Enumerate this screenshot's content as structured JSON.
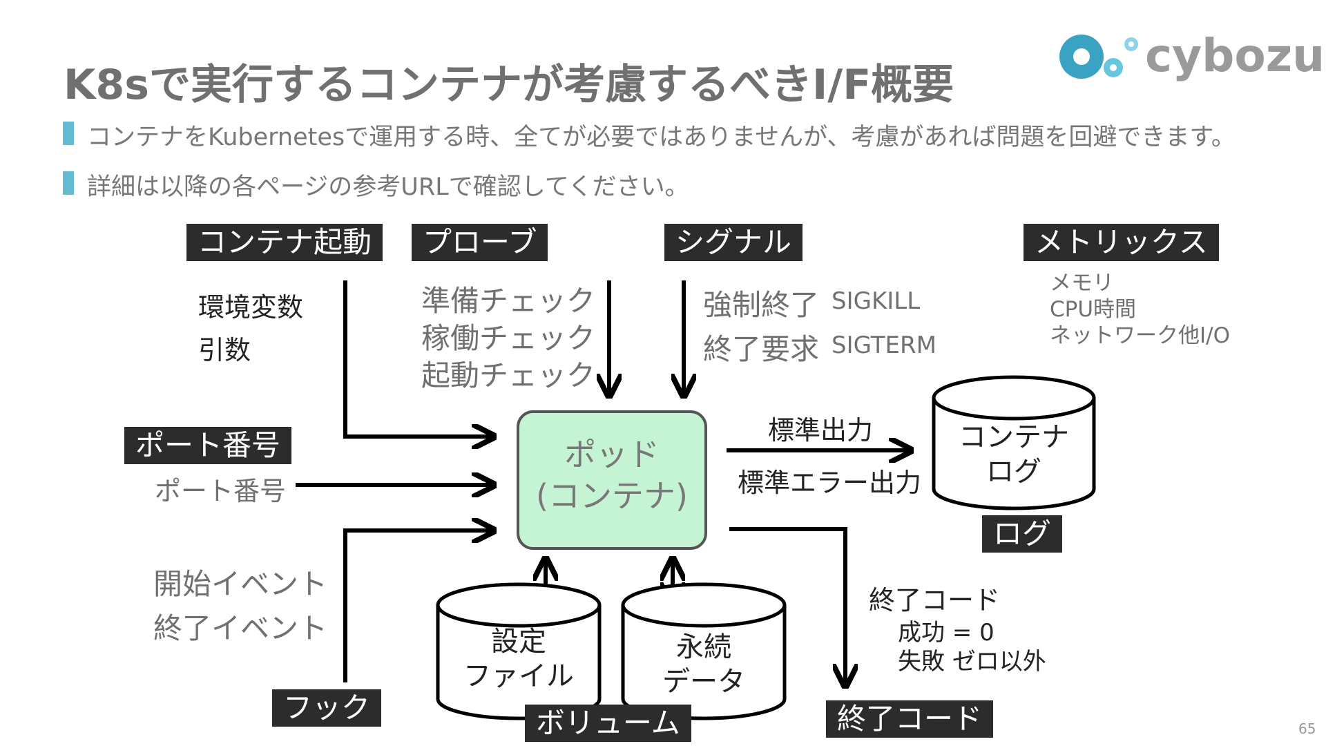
{
  "title": "K8sで実行するコンテナが考慮するべきI/F概要",
  "logo": {
    "text": "cybozu"
  },
  "bullets": [
    "コンテナをKubernetesで運用する時、全てが必要ではありませんが、考慮があれば問題を回避できます。",
    "詳細は以降の各ページの参考URLで確認してください。"
  ],
  "sections": {
    "startup": {
      "tag": "コンテナ起動",
      "items": [
        "環境変数",
        "引数"
      ]
    },
    "probe": {
      "tag": "プローブ",
      "items": [
        "準備チェック",
        "稼働チェック",
        "起動チェック"
      ]
    },
    "signal": {
      "tag": "シグナル",
      "items": [
        {
          "label": "強制終了",
          "signal": "SIGKILL"
        },
        {
          "label": "終了要求",
          "signal": "SIGTERM"
        }
      ]
    },
    "metrics": {
      "tag": "メトリックス",
      "items": [
        "メモリ",
        "CPU時間",
        "ネットワーク他I/O"
      ]
    },
    "port": {
      "tag": "ポート番号",
      "label": "ポート番号"
    },
    "hook": {
      "tag": "フック",
      "items": [
        "開始イベント",
        "終了イベント"
      ]
    },
    "log": {
      "tag": "ログ",
      "stdout": "標準出力",
      "stderr": "標準エラー出力",
      "cylinder": [
        "コンテナ",
        "ログ"
      ]
    },
    "volume": {
      "tag": "ボリューム",
      "config": [
        "設定",
        "ファイル"
      ],
      "persistent": [
        "永続",
        "データ"
      ]
    },
    "exit": {
      "tag": "終了コード",
      "heading": "終了コード",
      "success": "成功 = 0",
      "failure": "失敗 ゼロ以外"
    }
  },
  "pod": {
    "line1": "ポッド",
    "line2": "(コンテナ)"
  },
  "page_number": "65",
  "colors": {
    "bullet": "#64bcd3",
    "tag_bg": "#2c2c2c",
    "pod_fill": "#c4f4d4",
    "logo_blue": "#3aa3c4",
    "logo_text": "#9a9a9a"
  }
}
